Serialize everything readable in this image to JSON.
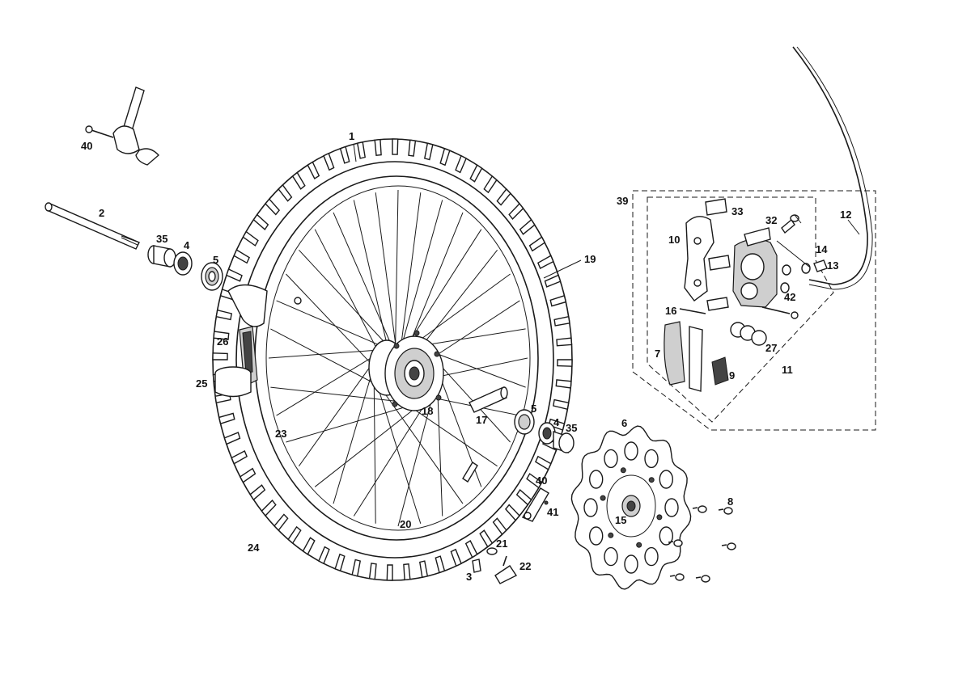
{
  "parts": [
    {
      "key": "p1",
      "label": "1"
    },
    {
      "key": "p2",
      "label": "2"
    },
    {
      "key": "p3",
      "label": "3"
    },
    {
      "key": "p4a",
      "label": "4"
    },
    {
      "key": "p4b",
      "label": "4"
    },
    {
      "key": "p5a",
      "label": "5"
    },
    {
      "key": "p5b",
      "label": "5"
    },
    {
      "key": "p6",
      "label": "6"
    },
    {
      "key": "p7",
      "label": "7"
    },
    {
      "key": "p8",
      "label": "8"
    },
    {
      "key": "p9",
      "label": "9"
    },
    {
      "key": "p10",
      "label": "10"
    },
    {
      "key": "p11",
      "label": "11"
    },
    {
      "key": "p12",
      "label": "12"
    },
    {
      "key": "p13",
      "label": "13"
    },
    {
      "key": "p14",
      "label": "14"
    },
    {
      "key": "p15",
      "label": "15"
    },
    {
      "key": "p16",
      "label": "16"
    },
    {
      "key": "p17",
      "label": "17"
    },
    {
      "key": "p18",
      "label": "18"
    },
    {
      "key": "p19",
      "label": "19"
    },
    {
      "key": "p20",
      "label": "20"
    },
    {
      "key": "p21",
      "label": "21"
    },
    {
      "key": "p22",
      "label": "22"
    },
    {
      "key": "p23",
      "label": "23"
    },
    {
      "key": "p24",
      "label": "24"
    },
    {
      "key": "p25",
      "label": "25"
    },
    {
      "key": "p26",
      "label": "26"
    },
    {
      "key": "p27",
      "label": "27"
    },
    {
      "key": "p32",
      "label": "32"
    },
    {
      "key": "p33",
      "label": "33"
    },
    {
      "key": "p35a",
      "label": "35"
    },
    {
      "key": "p35b",
      "label": "35"
    },
    {
      "key": "p39",
      "label": "39"
    },
    {
      "key": "p40a",
      "label": "40"
    },
    {
      "key": "p40b",
      "label": "40"
    },
    {
      "key": "p41",
      "label": "41"
    },
    {
      "key": "p42",
      "label": "42"
    }
  ]
}
